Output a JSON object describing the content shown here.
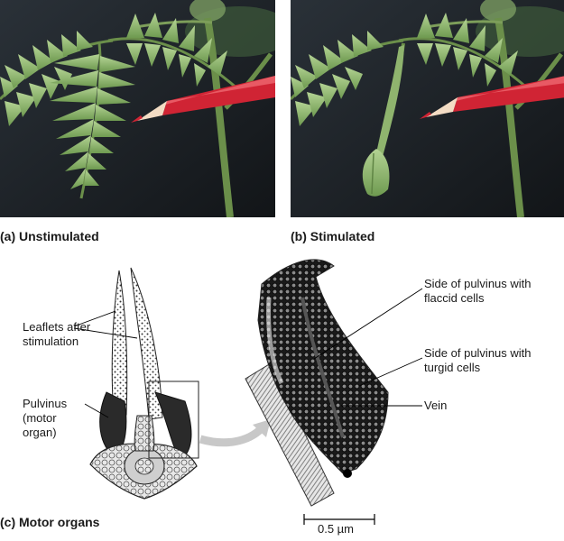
{
  "panels": {
    "a_label": "(a) Unstimulated",
    "b_label": "(b) Stimulated",
    "c_label": "(c) Motor organs"
  },
  "annotations": {
    "leaflets": "Leaflets after stimulation",
    "pulvinus": "Pulvinus (motor organ)",
    "flaccid": "Side of pulvinus with flaccid cells",
    "turgid": "Side of pulvinus with turgid cells",
    "vein": "Vein"
  },
  "scale_bar": {
    "label": "0.5 µm"
  },
  "colors": {
    "background_dark": "#1c2024",
    "leaf_green": "#7fa860",
    "leaf_light": "#a7c88a",
    "pencil_red": "#d02434",
    "stem": "#6b8f4a"
  }
}
